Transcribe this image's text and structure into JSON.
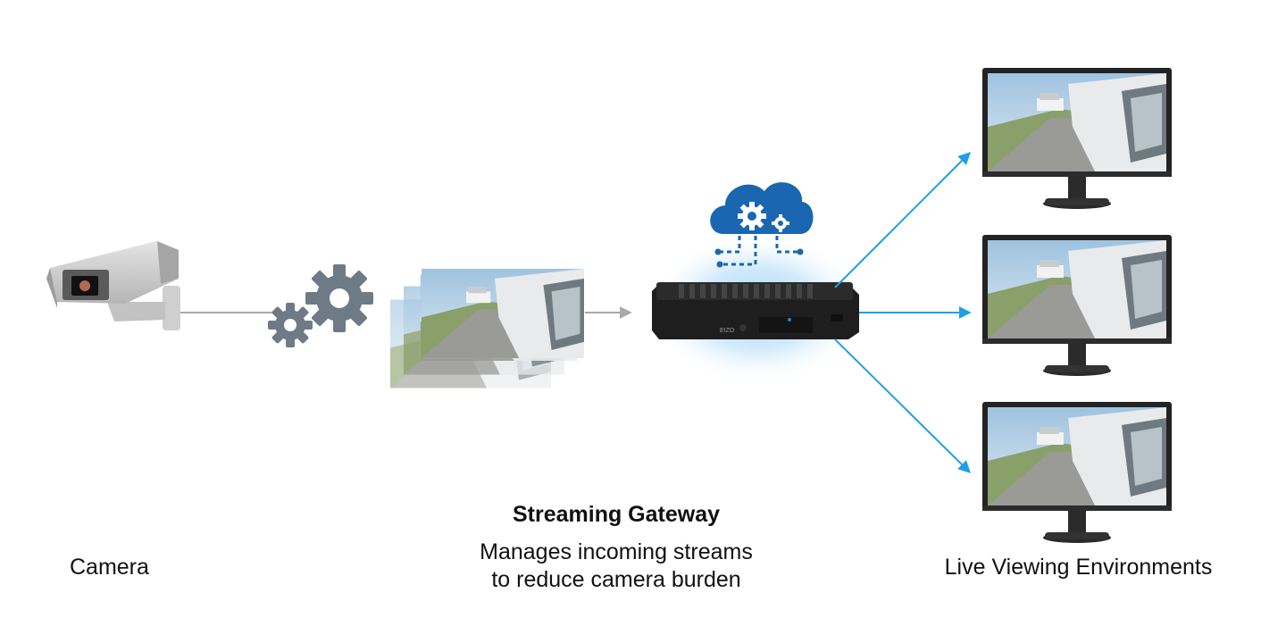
{
  "labels": {
    "camera": "Camera",
    "gateway_title": "Streaming Gateway",
    "gateway_desc_line1": "Manages incoming streams",
    "gateway_desc_line2": "to reduce camera burden",
    "live_viewing": "Live Viewing Environments"
  },
  "device_brand": "EIZO",
  "colors": {
    "arrow_blue": "#1ea0e6",
    "line_gray": "#a9a9a9",
    "gear_gray": "#6e7b86",
    "cloud_blue": "#1b66b1",
    "glow_blue": "#cfe8fb",
    "text": "#111111"
  },
  "icons": [
    "security-camera-icon",
    "gears-icon",
    "cloud-settings-icon",
    "gateway-device-icon",
    "monitor-icon"
  ]
}
